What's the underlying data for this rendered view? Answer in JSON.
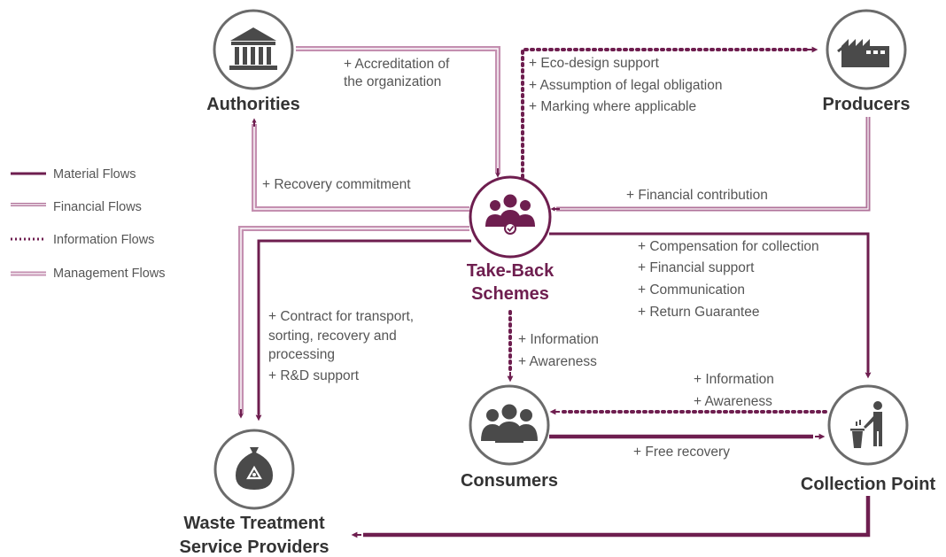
{
  "colors": {
    "material": "#6e1e4f",
    "financial": "#b0739a",
    "information": "#6e1e4f",
    "management": "#c48fb0",
    "icon_gray": "#4a4a4a"
  },
  "legend": [
    {
      "label": "Material Flows",
      "style": "material"
    },
    {
      "label": "Financial Flows",
      "style": "financial"
    },
    {
      "label": "Information Flows",
      "style": "information"
    },
    {
      "label": "Management Flows",
      "style": "management"
    }
  ],
  "nodes": {
    "authorities": {
      "title": "Authorities",
      "icon": "government-building-icon"
    },
    "producers": {
      "title": "Producers",
      "icon": "factory-icon"
    },
    "take_back": {
      "title_line1": "Take-Back",
      "title_line2": "Schemes",
      "icon": "people-group-icon"
    },
    "consumers": {
      "title": "Consumers",
      "icon": "consumers-group-icon"
    },
    "collection_point": {
      "title": "Collection Point",
      "icon": "person-disposing-trash-icon"
    },
    "waste_treatment": {
      "title_line1": "Waste Treatment",
      "title_line2": "Service Providers",
      "icon": "recycling-bag-icon"
    }
  },
  "flow_labels": {
    "accreditation": [
      "+ Accreditation of",
      "the organization"
    ],
    "producer_services": [
      "+ Eco-design support",
      "+ Assumption of legal obligation",
      "+ Marking where applicable"
    ],
    "recovery_commitment": [
      "+ Recovery commitment"
    ],
    "financial_contribution": [
      "+ Financial contribution"
    ],
    "collection_support": [
      "+ Compensation for collection",
      "+ Financial support",
      "+ Communication",
      "+ Return Guarantee"
    ],
    "contract": [
      "+ Contract for transport,",
      "sorting, recovery and",
      "processing",
      "+ R&D support"
    ],
    "consumer_info": [
      "+ Information",
      "+ Awareness"
    ],
    "collection_info": [
      "+ Information",
      "+ Awareness"
    ],
    "free_recovery": [
      "+ Free recovery"
    ]
  }
}
